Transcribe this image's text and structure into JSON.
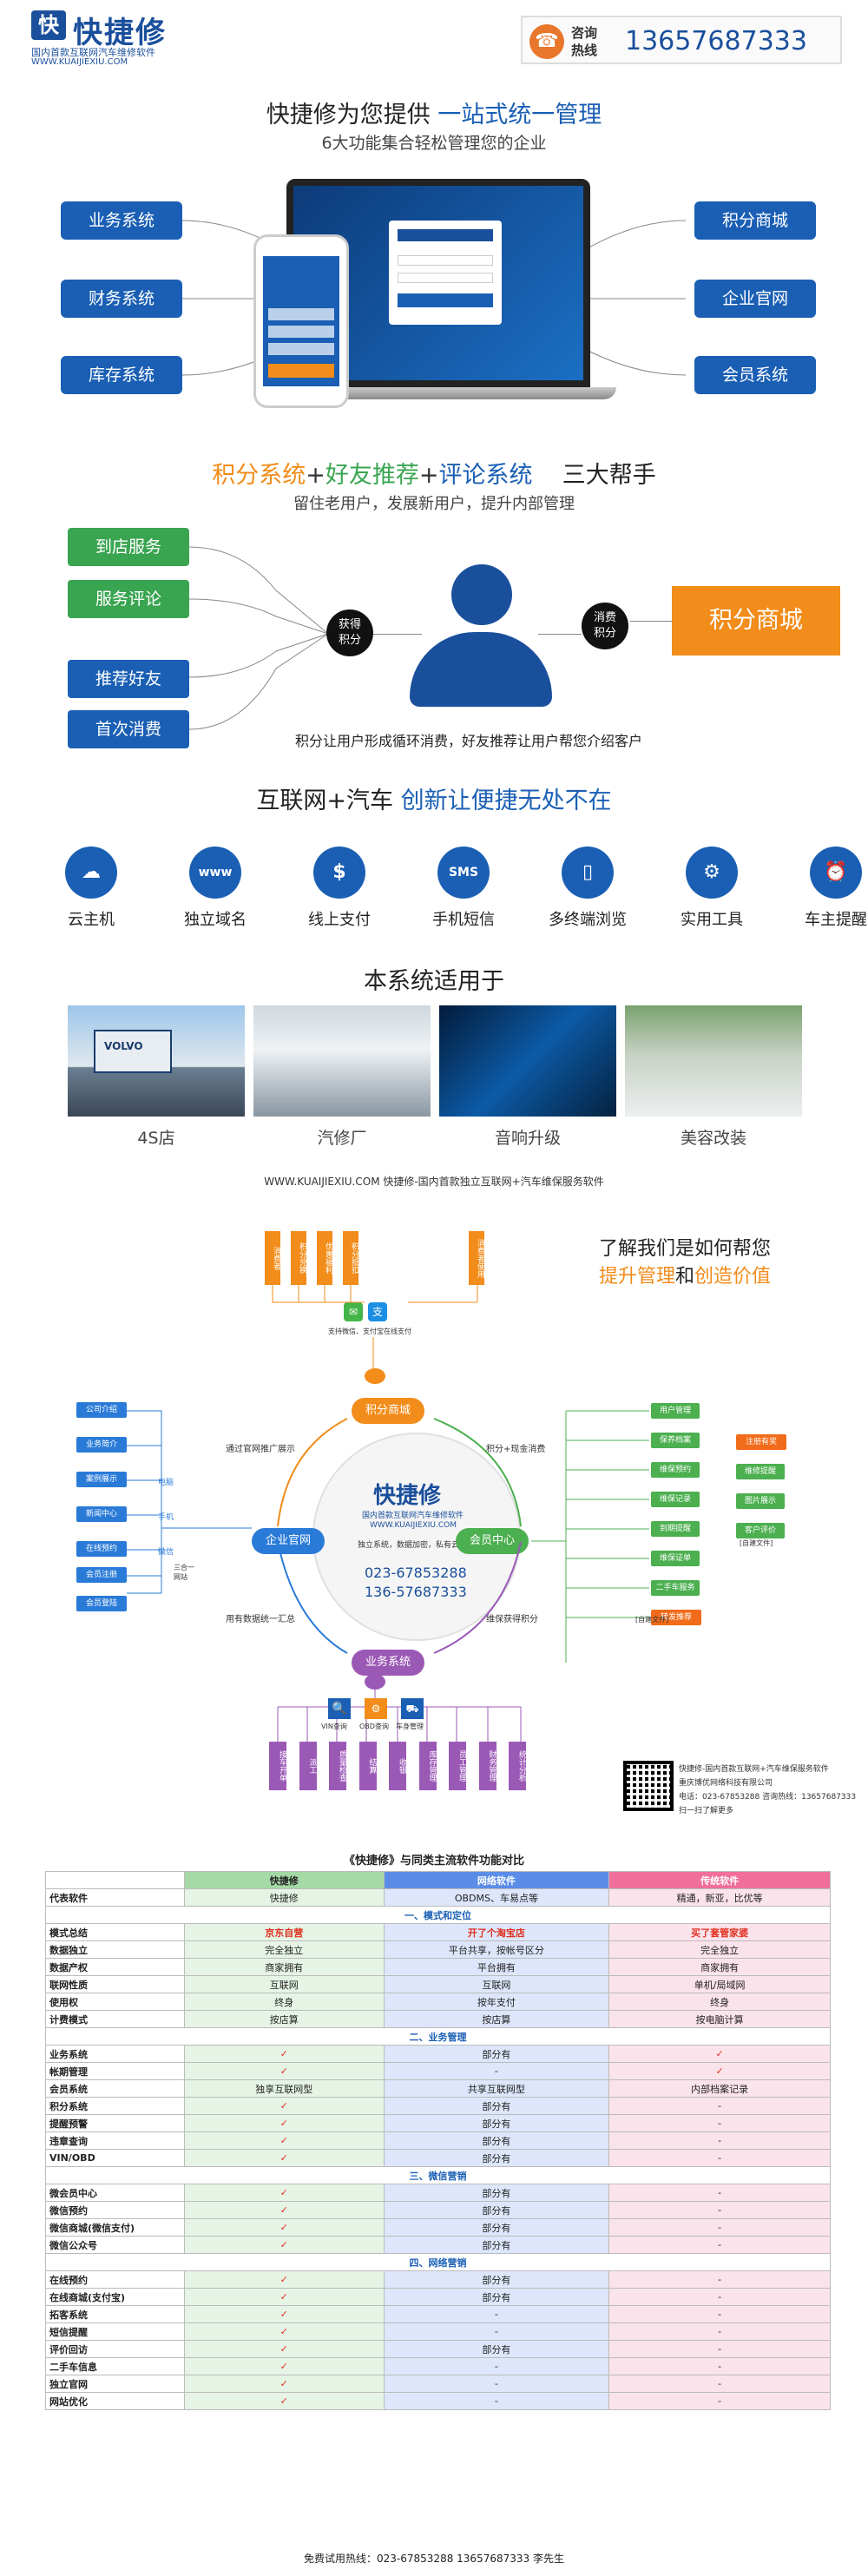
{
  "header": {
    "logo_mark": "快",
    "logo_name": "快捷修",
    "logo_sub": "国内首款互联网汽车维修软件",
    "logo_url": "WWW.KUAIJIEXIU.COM",
    "hotline_label": "咨询热线",
    "hotline_number": "13657687333"
  },
  "intro": {
    "title_prefix": "快捷修为您提供",
    "title_highlight": "一站式统一管理",
    "subtitle": "6大功能集合轻松管理您的企业",
    "left_buttons": [
      "业务系统",
      "财务系统",
      "库存系统"
    ],
    "right_buttons": [
      "积分商城",
      "企业官网",
      "会员系统"
    ]
  },
  "helpers": {
    "title_p1": "积分系统",
    "title_plus1": "+",
    "title_p2": "好友推荐",
    "title_plus2": "+",
    "title_p3": "评论系统",
    "title_suffix": "三大帮手",
    "subtitle": "留住老用户，发展新用户，提升内部管理",
    "left_buttons": [
      "到店服务",
      "服务评论",
      "推荐好友",
      "首次消费"
    ],
    "circle_left": [
      "获得",
      "积分"
    ],
    "circle_right": [
      "消费",
      "积分"
    ],
    "mall": "积分商城",
    "caption": "积分让用户形成循环消费，好友推荐让用户帮您介绍客户"
  },
  "features": {
    "title_prefix": "互联网+汽车",
    "title_highlight": "创新让便捷无处不在",
    "items": [
      {
        "label": "云主机",
        "icon": "cloud-icon",
        "glyph": "☁"
      },
      {
        "label": "独立域名",
        "icon": "www-icon",
        "glyph": "www"
      },
      {
        "label": "线上支付",
        "icon": "dollar-icon",
        "glyph": "$"
      },
      {
        "label": "手机短信",
        "icon": "sms-icon",
        "glyph": "SMS"
      },
      {
        "label": "多终端浏览",
        "icon": "mobile-icon",
        "glyph": "▯"
      },
      {
        "label": "实用工具",
        "icon": "engine-icon",
        "glyph": "⚙"
      },
      {
        "label": "车主提醒",
        "icon": "alarm-icon",
        "glyph": "⏰"
      }
    ]
  },
  "applicable": {
    "title": "本系统适用于",
    "items": [
      "4S店",
      "汽修厂",
      "音响升级",
      "美容改装"
    ],
    "footer_url": "WWW.KUAIJIEXIU.COM 快捷修-国内首款独立互联网+汽车维保服务软件"
  },
  "diagram": {
    "heading_line1": "了解我们是如何帮您",
    "heading_p1": "提升管理",
    "heading_and": "和",
    "heading_p2": "创造价值",
    "center_logo": "快捷修",
    "center_sub": "国内首款互联网汽车维修软件",
    "center_url": "WWW.KUAIJIEXIU.COM",
    "center_slogan": "独立系统，数据加密，私有云存储",
    "center_phone1": "023-67853288",
    "center_phone2": "136-57687333",
    "node_mall": "积分商城",
    "node_site": "企业官网",
    "node_member": "会员中心",
    "node_business": "业务系统",
    "arrow_labels": [
      "通过官网推广展示",
      "积分+现金消费",
      "用有数据统一汇总",
      "维保获得积分"
    ],
    "top_tags": [
      "消费者",
      "积分兑换",
      "优惠福利",
      "积分抵扣",
      "消费者使用"
    ],
    "pay_note": "支持微信、支付宝在线支付",
    "left_tags": [
      "公司介绍",
      "业务简介",
      "案例展示",
      "新闻中心",
      "在线预约",
      "会员注册",
      "会员登陆"
    ],
    "left_side_labels": [
      "电脑",
      "手机",
      "微信"
    ],
    "left_side_note": "三合一网站",
    "right_tags": [
      "用户管理",
      "保养档案",
      "维保预约",
      "维保记录",
      "到期提醒",
      "维保证单",
      "二手车服务",
      "转发推荐"
    ],
    "right_sub_tags": [
      "注册有奖",
      "维修提醒",
      "图片展示",
      "客户评价"
    ],
    "right_notes": [
      "[自建文件]",
      "[自建文件]"
    ],
    "bottom_icons": [
      "VIN查询",
      "OBD查询",
      "车身管理"
    ],
    "bottom_tags": [
      "接车开单",
      "派工",
      "质量检查",
      "结算",
      "收银",
      "库存管理",
      "员工管理",
      "财务管理",
      "统计分析"
    ],
    "qr_text_1": "快捷修-国内首款互联网+汽车维保服务软件",
    "qr_text_2": "重庆博优网络科技有限公司",
    "qr_text_3": "电话：023-67853288 咨询热线：13657687333",
    "qr_text_4": "扫一扫了解更多"
  },
  "comparison": {
    "title": "《快捷修》与同类主流软件功能对比",
    "headers": [
      "",
      "快捷修",
      "网络软件",
      "传统软件"
    ],
    "rep_label": "代表软件",
    "rep_values": [
      "快捷修",
      "OBDMS、车易点等",
      "精通，新亚，比优等"
    ],
    "sections": [
      {
        "name": "一、模式和定位",
        "rows": [
          {
            "label": "模式总结",
            "values": [
              "京东自营",
              "开了个淘宝店",
              "买了套管家婆"
            ],
            "highlight": true
          },
          {
            "label": "数据独立",
            "values": [
              "完全独立",
              "平台共享，按帐号区分",
              "完全独立"
            ]
          },
          {
            "label": "数据产权",
            "values": [
              "商家拥有",
              "平台拥有",
              "商家拥有"
            ]
          },
          {
            "label": "联网性质",
            "values": [
              "互联网",
              "互联网",
              "单机/局域网"
            ]
          },
          {
            "label": "使用权",
            "values": [
              "终身",
              "按年支付",
              "终身"
            ]
          },
          {
            "label": "计费模式",
            "values": [
              "按店算",
              "按店算",
              "按电脑计算"
            ]
          }
        ]
      },
      {
        "name": "二、业务管理",
        "rows": [
          {
            "label": "业务系统",
            "values": [
              "✓",
              "部分有",
              "✓"
            ]
          },
          {
            "label": "帐期管理",
            "values": [
              "✓",
              "-",
              "✓"
            ]
          },
          {
            "label": "会员系统",
            "values": [
              "独享互联网型",
              "共享互联网型",
              "内部档案记录"
            ]
          },
          {
            "label": "积分系统",
            "values": [
              "✓",
              "部分有",
              "-"
            ]
          },
          {
            "label": "提醒预警",
            "values": [
              "✓",
              "部分有",
              "-"
            ]
          },
          {
            "label": "违章查询",
            "values": [
              "✓",
              "部分有",
              "-"
            ]
          },
          {
            "label": "VIN/OBD",
            "values": [
              "✓",
              "部分有",
              "-"
            ]
          }
        ]
      },
      {
        "name": "三、微信营销",
        "rows": [
          {
            "label": "微会员中心",
            "values": [
              "✓",
              "部分有",
              "-"
            ]
          },
          {
            "label": "微信预约",
            "values": [
              "✓",
              "部分有",
              "-"
            ]
          },
          {
            "label": "微信商城(微信支付)",
            "values": [
              "✓",
              "部分有",
              "-"
            ]
          },
          {
            "label": "微信公众号",
            "values": [
              "✓",
              "部分有",
              "-"
            ]
          }
        ]
      },
      {
        "name": "四、网络营销",
        "rows": [
          {
            "label": "在线预约",
            "values": [
              "✓",
              "部分有",
              "-"
            ]
          },
          {
            "label": "在线商城(支付宝)",
            "values": [
              "✓",
              "部分有",
              "-"
            ]
          },
          {
            "label": "拓客系统",
            "values": [
              "✓",
              "-",
              "-"
            ]
          },
          {
            "label": "短信提醒",
            "values": [
              "✓",
              "-",
              "-"
            ]
          },
          {
            "label": "评价回访",
            "values": [
              "✓",
              "部分有",
              "-"
            ]
          },
          {
            "label": "二手车信息",
            "values": [
              "✓",
              "-",
              "-"
            ]
          },
          {
            "label": "独立官网",
            "values": [
              "✓",
              "-",
              "-"
            ]
          },
          {
            "label": "网站优化",
            "values": [
              "✓",
              "-",
              "-"
            ]
          }
        ]
      }
    ],
    "footer": "免费试用热线：023-67853288  13657687333 李先生"
  }
}
